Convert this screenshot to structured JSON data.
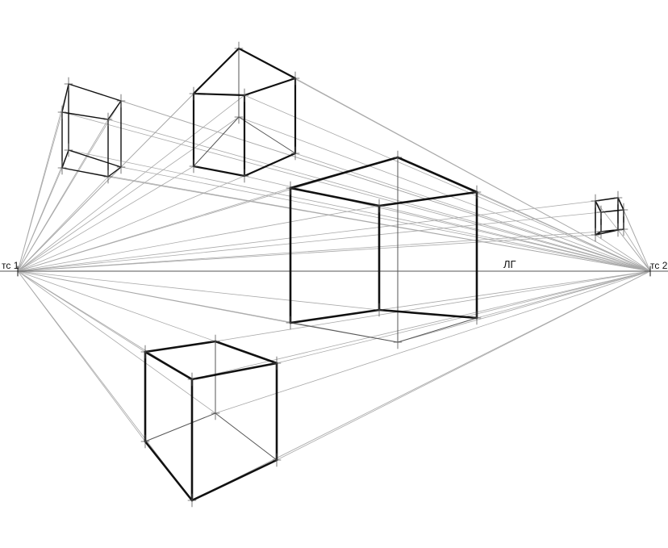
{
  "labels": {
    "vanishing_point_1": "тс 1",
    "vanishing_point_2": "тс 2",
    "horizon_line": "ЛГ"
  },
  "colors": {
    "background": "#ffffff",
    "construction_lines": "#a9a9a9",
    "horizon": "#555555",
    "edges": "#111111"
  }
}
